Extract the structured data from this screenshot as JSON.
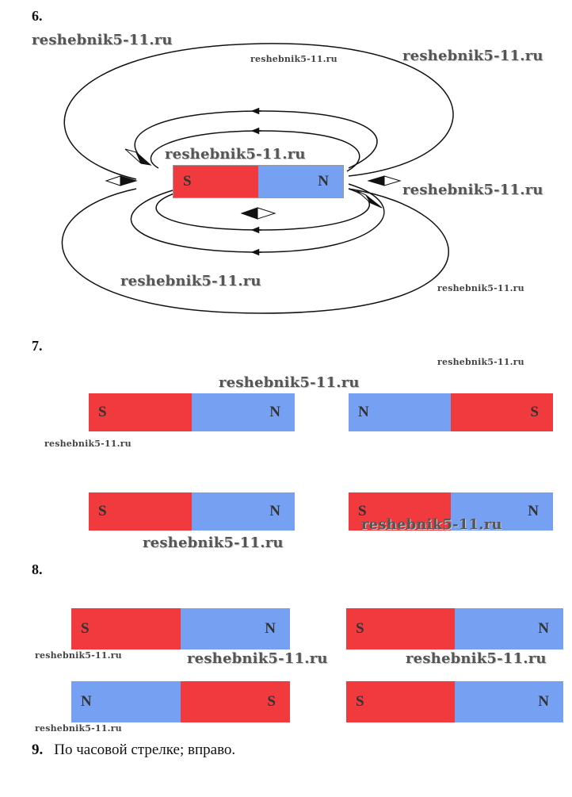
{
  "colors": {
    "red": "#f03a3e",
    "blue": "#76a1f3"
  },
  "task6": {
    "number": "6.",
    "magnet": {
      "left": "S",
      "right": "N",
      "left_color": "red",
      "right_color": "blue"
    }
  },
  "task7": {
    "number": "7.",
    "magnets": [
      {
        "left": "S",
        "right": "N",
        "left_color": "red",
        "right_color": "blue"
      },
      {
        "left": "N",
        "right": "S",
        "left_color": "blue",
        "right_color": "red"
      },
      {
        "left": "S",
        "right": "N",
        "left_color": "red",
        "right_color": "blue"
      },
      {
        "left": "S",
        "right": "N",
        "left_color": "red",
        "right_color": "blue"
      }
    ]
  },
  "task8": {
    "number": "8.",
    "magnets": [
      {
        "left": "S",
        "right": "N",
        "left_color": "red",
        "right_color": "blue"
      },
      {
        "left": "S",
        "right": "N",
        "left_color": "red",
        "right_color": "blue"
      },
      {
        "left": "N",
        "right": "S",
        "left_color": "blue",
        "right_color": "red"
      },
      {
        "left": "S",
        "right": "N",
        "left_color": "red",
        "right_color": "blue"
      }
    ]
  },
  "task9": {
    "number": "9.",
    "text": "По часовой стрелке; вправо."
  },
  "watermark": "reshebnik5-11.ru"
}
